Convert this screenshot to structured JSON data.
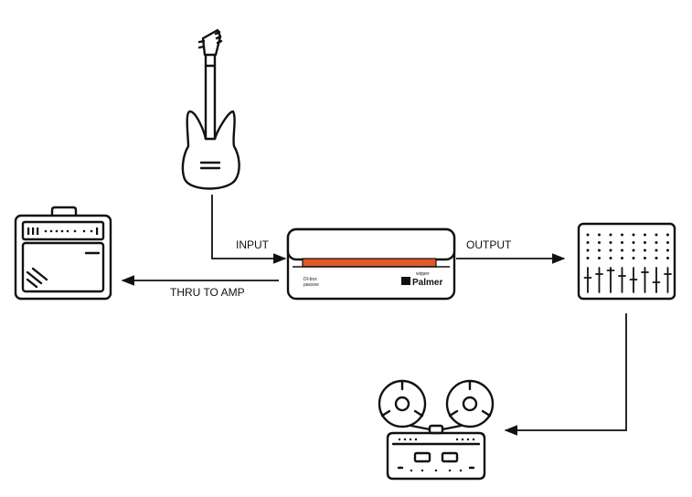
{
  "labels": {
    "input": "INPUT",
    "output": "OUTPUT",
    "thru_to_amp": "THRU TO AMP"
  },
  "di_box": {
    "type_line1": "DI-box",
    "type_line2": "passive",
    "brand_small": "wipper",
    "brand": "Palmer",
    "accent_color": "#e0592a"
  },
  "icons": {
    "source": "electric-guitar-icon",
    "amp": "guitar-amplifier-icon",
    "mixer": "mixing-console-icon",
    "recorder": "reel-to-reel-tape-recorder-icon"
  },
  "colors": {
    "stroke": "#111111",
    "background": "#ffffff"
  }
}
